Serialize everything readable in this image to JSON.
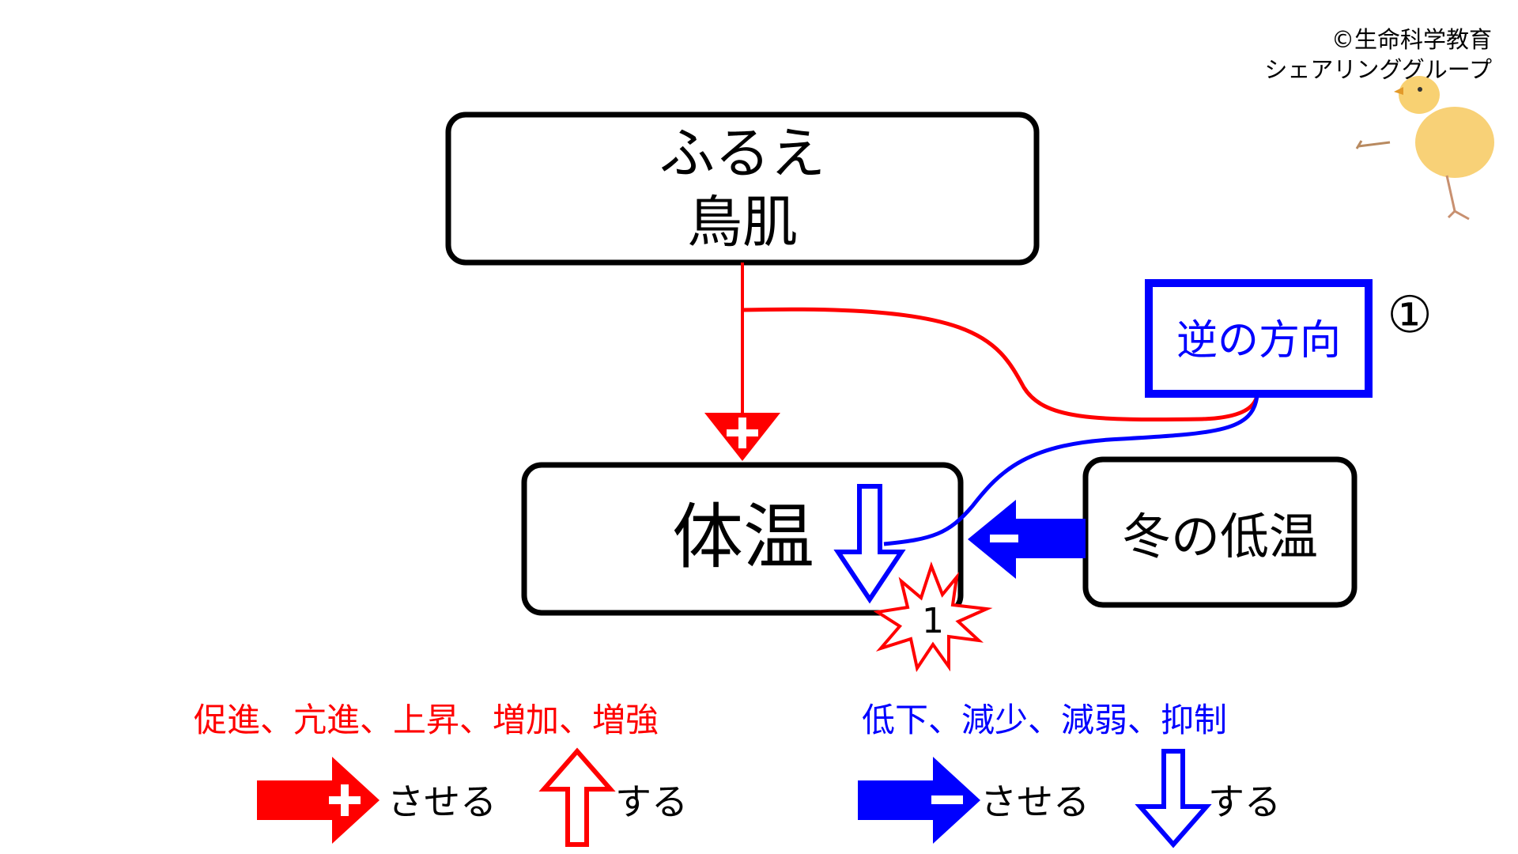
{
  "copyright": {
    "line1": "©生命科学教育",
    "line2": "シェアリンググループ"
  },
  "boxes": {
    "shivering_line1": "ふるえ",
    "shivering_line2": "鳥肌",
    "body_temp": "体温",
    "winter_cold": "冬の低温",
    "reverse_direction": "逆の方向"
  },
  "badges": {
    "circled_number": "①",
    "burst_number": "1"
  },
  "legend": {
    "increase_terms": "促進、亢進、上昇、増加、増強",
    "decrease_terms": "低下、減少、減弱、抑制",
    "make_increase_label": "させる",
    "increase_label": "する",
    "make_decrease_label": "させる",
    "decrease_label": "する"
  },
  "colors": {
    "increase": "#ff0000",
    "decrease": "#0000ff",
    "outline": "#000000"
  },
  "icons": {
    "mascot": "chick-drawing",
    "plus": "plus-icon",
    "minus": "minus-icon"
  }
}
